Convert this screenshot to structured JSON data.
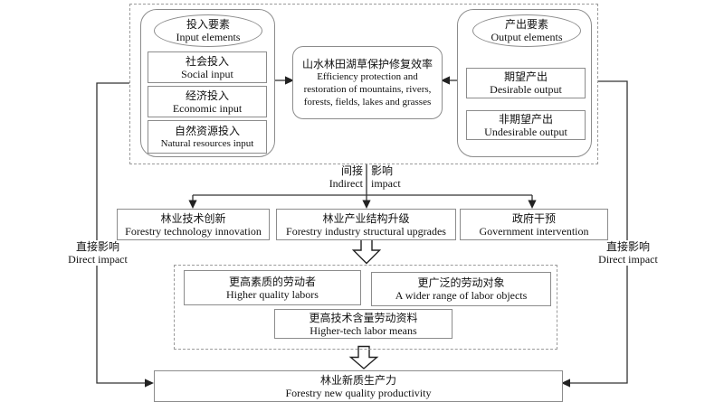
{
  "diagram": {
    "input_group": {
      "title_zh": "投入要素",
      "title_en": "Input elements",
      "items": [
        {
          "zh": "社会投入",
          "en": "Social input"
        },
        {
          "zh": "经济投入",
          "en": "Economic input"
        },
        {
          "zh": "自然资源投入",
          "en": "Natural resources input"
        }
      ]
    },
    "center": {
      "zh": "山水林田湖草保护修复效率",
      "en": [
        "Efficiency protection and",
        "restoration of mountains, rivers,",
        "forests, fields, lakes and grasses"
      ]
    },
    "output_group": {
      "title_zh": "产出要素",
      "title_en": "Output elements",
      "items": [
        {
          "zh": "期望产出",
          "en": "Desirable output"
        },
        {
          "zh": "非期望产出",
          "en": "Undesirable output"
        }
      ]
    },
    "indirect_label": {
      "zh_left": "间接",
      "zh_right": "影响",
      "en_left": "Indirect",
      "en_right": "impact"
    },
    "direct_left": {
      "zh": "直接影响",
      "en": "Direct impact"
    },
    "direct_right": {
      "zh": "直接影响",
      "en": "Direct impact"
    },
    "mid_row": [
      {
        "zh": "林业技术创新",
        "en": "Forestry technology innovation"
      },
      {
        "zh": "林业产业结构升级",
        "en": "Forestry industry structural upgrades"
      },
      {
        "zh": "政府干预",
        "en": "Government intervention"
      }
    ],
    "labor_group": [
      {
        "zh": "更高素质的劳动者",
        "en": "Higher quality labors"
      },
      {
        "zh": "更广泛的劳动对象",
        "en": "A wider range of labor objects"
      },
      {
        "zh": "更高技术含量劳动资料",
        "en": "Higher-tech labor means"
      }
    ],
    "bottom": {
      "zh": "林业新质生产力",
      "en": "Forestry new quality productivity"
    },
    "colors": {
      "line": "#333333",
      "box_border": "#8c8c8c",
      "dashed_border": "#9a9a9a",
      "text": "#111111",
      "background": "#ffffff"
    }
  }
}
